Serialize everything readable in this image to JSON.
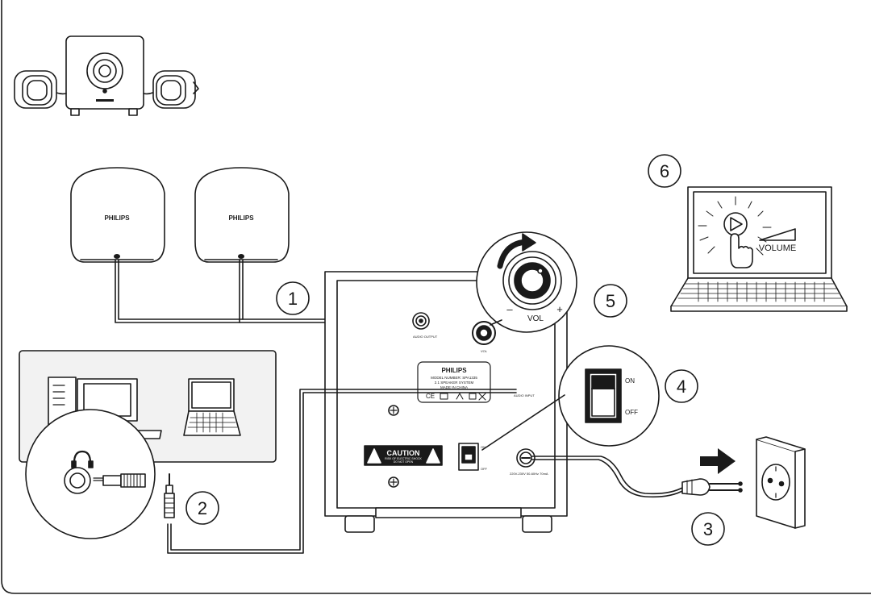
{
  "brand": "PHILIPS",
  "steps": [
    "1",
    "2",
    "3",
    "4",
    "5",
    "6"
  ],
  "subwoofer": {
    "audio_output_label": "AUDIO OUTPUT",
    "vol_small_label": "VOL",
    "audio_input_label": "AUDIO INPUT",
    "power_rating_label": "220V-230V 50-60Hz 70mA",
    "switch_on_small": "ON",
    "switch_off_small": "OFF",
    "rating_plate": {
      "brand": "PHILIPS",
      "model_line": "MODEL NUMBER: SPA1335",
      "system_line": "2.1 SPEAKER SYSTEM",
      "origin_line": "MADE IN CHINA"
    },
    "caution": {
      "title": "CAUTION",
      "line1": "RISK OF ELECTRIC SHOCK",
      "line2": "DO NOT OPEN"
    }
  },
  "callouts": {
    "volume": {
      "label": "VOL",
      "minus": "–",
      "plus": "+"
    },
    "switch": {
      "on": "ON",
      "off": "OFF"
    }
  },
  "laptop_screen": {
    "volume_label": "VOLUME"
  },
  "colors": {
    "line": "#1a1a1a",
    "fill": "#ffffff",
    "panel": "#f2f2f2",
    "dark": "#111111"
  }
}
